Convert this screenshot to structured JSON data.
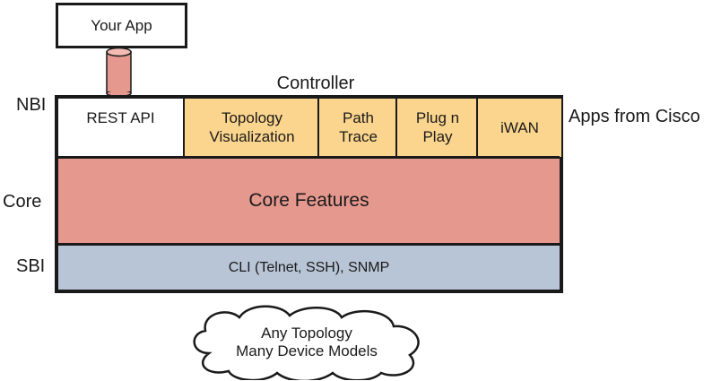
{
  "app_box": {
    "label": "Your App"
  },
  "controller": {
    "title": "Controller"
  },
  "layers": {
    "nbi": "NBI",
    "core": "Core",
    "sbi": "SBI"
  },
  "nbi_apps": {
    "rest_api": "REST API",
    "topology": "Topology\nVisualization",
    "path_trace": "Path\nTrace",
    "plug_n_play": "Plug n\nPlay",
    "iwan": "iWAN"
  },
  "apps_label": "Apps from Cisco",
  "core_features": "Core Features",
  "sbi_protocols": "CLI (Telnet, SSH), SNMP",
  "cloud": {
    "text": "Any Topology\nMany Device Models"
  },
  "colors": {
    "app_yellow": "#fbd58d",
    "core_red": "#e5988e",
    "sbi_blue": "#b8c5d6",
    "connector": "#e5988e"
  }
}
